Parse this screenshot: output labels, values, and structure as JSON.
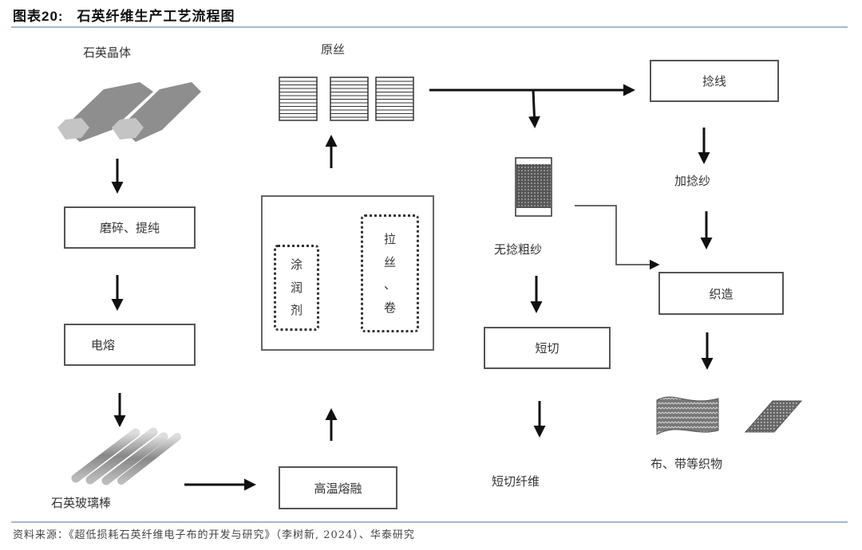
{
  "header": {
    "figure_prefix": "图表",
    "figure_number": "20:",
    "title": "石英纤维生产工艺流程图"
  },
  "source": "资料来源：《超低损耗石英纤维电子布的开发与研究》（李树新, 2024）、华泰研究",
  "colors": {
    "divider": "#a6b7d0",
    "box_border": "#555555",
    "arrow": "#111111"
  },
  "diagram": {
    "nodes": {
      "quartz_crystal": "石英晶体",
      "grinding": "磨碎、提纯",
      "electric_melting": "电熔",
      "quartz_glass_rod": "石英玻璃棒",
      "high_temp_melting": "高温熔融",
      "coating": [
        "涂",
        "润",
        "剂"
      ],
      "drawing": [
        "拉",
        "丝",
        "、",
        "卷"
      ],
      "raw_filament": "原丝",
      "twisting": "捻线",
      "twisted_yarn": "加捻纱",
      "untwisted_roving": "无捻粗纱",
      "weaving": "织造",
      "chopping": "短切",
      "chopped_fiber": "短切纤维",
      "fabrics": "布、带等织物"
    },
    "edges": [
      [
        "quartz_crystal",
        "grinding"
      ],
      [
        "grinding",
        "electric_melting"
      ],
      [
        "electric_melting",
        "quartz_glass_rod"
      ],
      [
        "quartz_glass_rod",
        "high_temp_melting"
      ],
      [
        "high_temp_melting",
        "coating"
      ],
      [
        "coating",
        "drawing"
      ],
      [
        "drawing",
        "raw_filament"
      ],
      [
        "raw_filament",
        "twisting"
      ],
      [
        "raw_filament",
        "untwisted_roving"
      ],
      [
        "twisting",
        "twisted_yarn"
      ],
      [
        "twisted_yarn",
        "weaving"
      ],
      [
        "untwisted_roving",
        "weaving"
      ],
      [
        "untwisted_roving",
        "chopping"
      ],
      [
        "chopping",
        "chopped_fiber"
      ],
      [
        "weaving",
        "fabrics"
      ]
    ]
  }
}
